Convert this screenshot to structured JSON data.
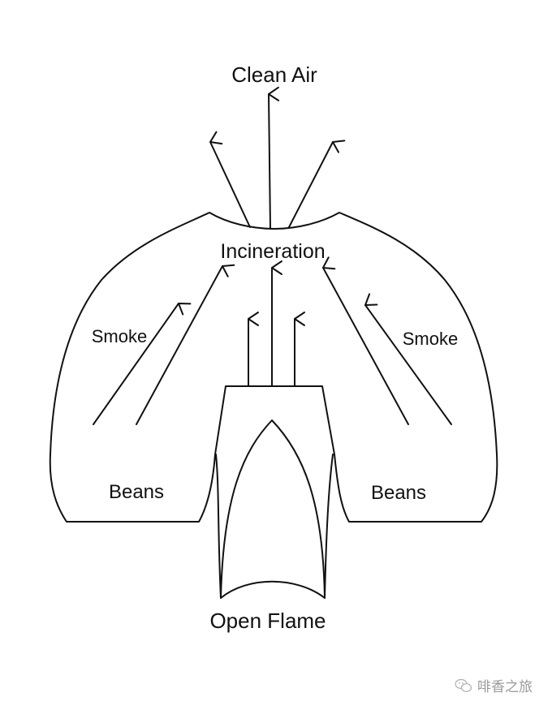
{
  "diagram": {
    "title": "Coffee roaster smoke incineration flow",
    "labels": {
      "clean_air": "Clean Air",
      "incineration": "Incineration",
      "smoke_left": "Smoke",
      "smoke_right": "Smoke",
      "beans_left": "Beans",
      "beans_right": "Beans",
      "open_flame": "Open Flame"
    },
    "flows": [
      {
        "from": "incineration",
        "to": "clean_air",
        "count": 3
      },
      {
        "from": "beans_left",
        "to": "incineration",
        "label": "Smoke",
        "count": 2
      },
      {
        "from": "beans_right",
        "to": "incineration",
        "label": "Smoke",
        "count": 2
      },
      {
        "from": "open_flame",
        "to": "incineration",
        "count": 3
      }
    ],
    "colors": {
      "line": "#111111",
      "background": "#ffffff",
      "watermark": "#9a9a9a"
    }
  },
  "watermark": {
    "icon": "wechat-icon",
    "text": "啡香之旅"
  }
}
